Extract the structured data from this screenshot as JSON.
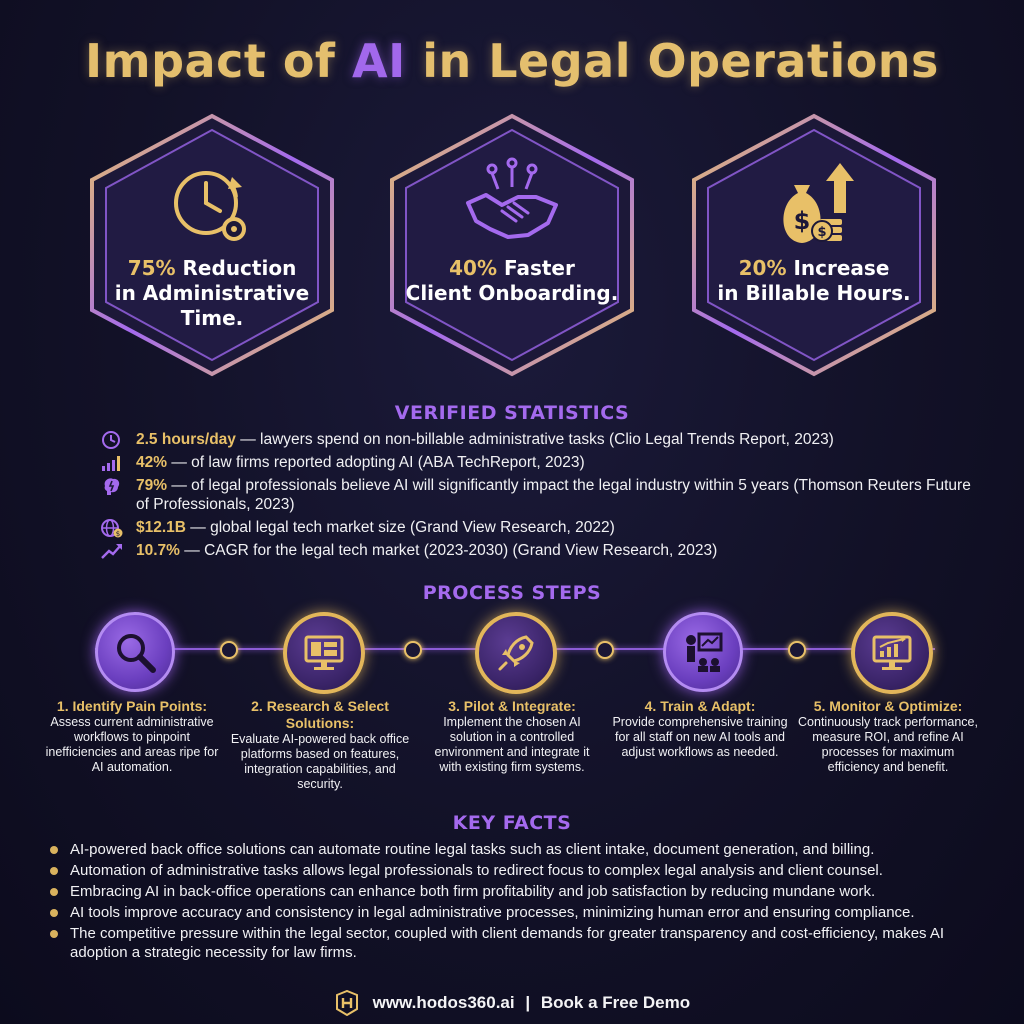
{
  "header": {
    "title_pre": "Impact of",
    "title_ai": "AI",
    "title_post": "in Legal Operations"
  },
  "cards": [
    {
      "icon": "clock-gear-icon",
      "pct": "75%",
      "line1": "Reduction",
      "line2": "in Administrative",
      "line3": "Time."
    },
    {
      "icon": "handshake-icon",
      "pct": "40%",
      "line1": "Faster",
      "line2": "Client Onboarding.",
      "line3": ""
    },
    {
      "icon": "money-bag-growth-icon",
      "pct": "20%",
      "line1": "Increase",
      "line2": "in Billable Hours.",
      "line3": ""
    }
  ],
  "verified": {
    "title": "VERIFIED STATISTICS",
    "items": [
      {
        "icon": "clock-icon",
        "value": "2.5 hours/day",
        "text": " — lawyers spend on non-billable administrative tasks (Clio Legal Trends Report, 2023)"
      },
      {
        "icon": "bar-chart-icon",
        "value": "42%",
        "text": " — of law firms reported adopting AI (ABA TechReport, 2023)"
      },
      {
        "icon": "brain-icon",
        "value": "79%",
        "text": " — of legal professionals believe AI will significantly impact the legal industry within 5 years (Thomson Reuters Future of Professionals, 2023)"
      },
      {
        "icon": "globe-dollar-icon",
        "value": "$12.1B",
        "text": " — global legal tech market size (Grand View Research, 2022)"
      },
      {
        "icon": "trend-up-icon",
        "value": "10.7%",
        "text": " — CAGR for the legal tech market (2023-2030) (Grand View Research, 2023)"
      }
    ]
  },
  "process": {
    "title": "PROCESS STEPS",
    "steps": [
      {
        "icon": "magnifier-icon",
        "title": "1. Identify Pain Points:",
        "text": "Assess current administrative workflows to pinpoint inefficiencies and areas ripe for AI automation."
      },
      {
        "icon": "monitor-dashboard-icon",
        "title": "2. Research & Select Solutions:",
        "text": "Evaluate AI-powered back office platforms based on features, integration capabilities, and security."
      },
      {
        "icon": "rocket-icon",
        "title": "3. Pilot & Integrate:",
        "text": "Implement the chosen AI solution in a controlled environment and integrate it with existing firm systems."
      },
      {
        "icon": "presentation-icon",
        "title": "4. Train & Adapt:",
        "text": "Provide comprehensive training for all staff on new AI tools and adjust workflows as needed."
      },
      {
        "icon": "monitor-chart-icon",
        "title": "5. Monitor & Optimize:",
        "text": "Continuously track performance, measure ROI, and refine AI processes for maximum efficiency and benefit."
      }
    ]
  },
  "facts": {
    "title": "KEY FACTS",
    "items": [
      "AI-powered back office solutions can automate routine legal tasks such as client intake, document generation, and billing.",
      "Automation of administrative tasks allows legal professionals to redirect focus to complex legal analysis and client counsel.",
      "Embracing AI in back-office operations can enhance both firm profitability and job satisfaction by reducing mundane work.",
      "AI tools improve accuracy and consistency in legal administrative processes, minimizing human error and ensuring compliance.",
      "The competitive pressure within the legal sector, coupled with client demands for greater transparency and cost-efficiency, makes AI adoption a strategic necessity for law firms."
    ]
  },
  "footer": {
    "url": "www.hodos360.ai",
    "separator": "|",
    "cta": "Book a Free Demo"
  },
  "colors": {
    "gold": "#e8c068",
    "purple": "#a46aee",
    "background": "#121127"
  }
}
